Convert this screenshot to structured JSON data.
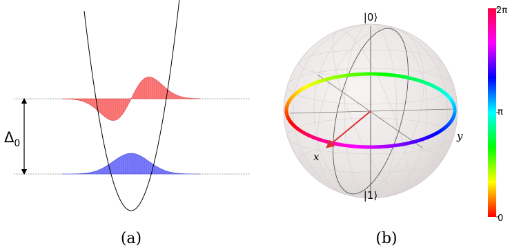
{
  "panel_a": {
    "caption": "(a)",
    "gap_label": "Δ",
    "gap_subscript": "0",
    "colors": {
      "excited": "#ff6e6e",
      "ground": "#6e6eff",
      "line": "#000000"
    }
  },
  "panel_b": {
    "caption": "(b)",
    "north_label": "|0⟩",
    "south_label": "|1⟩",
    "x_axis_label": "x",
    "y_axis_label": "y",
    "colors": {
      "vector": "#d93030",
      "sphere_fill": "#ece7e7"
    }
  },
  "colorbar": {
    "top_label": "2π",
    "mid_label": "π",
    "bottom_label": "0",
    "colormap": "hsv"
  }
}
